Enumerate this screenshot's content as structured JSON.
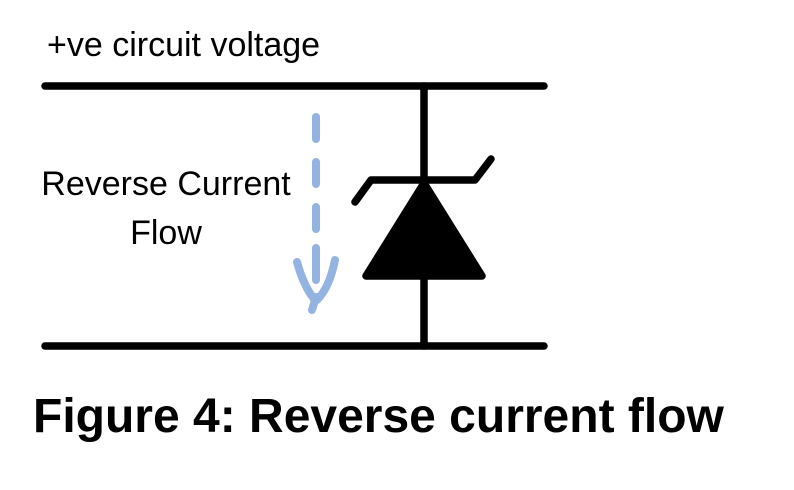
{
  "figure": {
    "top_label": "+ve circuit voltage",
    "flow_label": {
      "line1": "Reverse Current",
      "line2": "Flow"
    },
    "caption": "Figure 4: Reverse current flow",
    "colors": {
      "circuit": "#000000",
      "arrow": "#93B3E0",
      "text": "#000000",
      "background": "#FFFFFF"
    },
    "icons": {
      "diode": "zener-diode-symbol",
      "flow_arrow": "dashed-down-arrow"
    }
  }
}
